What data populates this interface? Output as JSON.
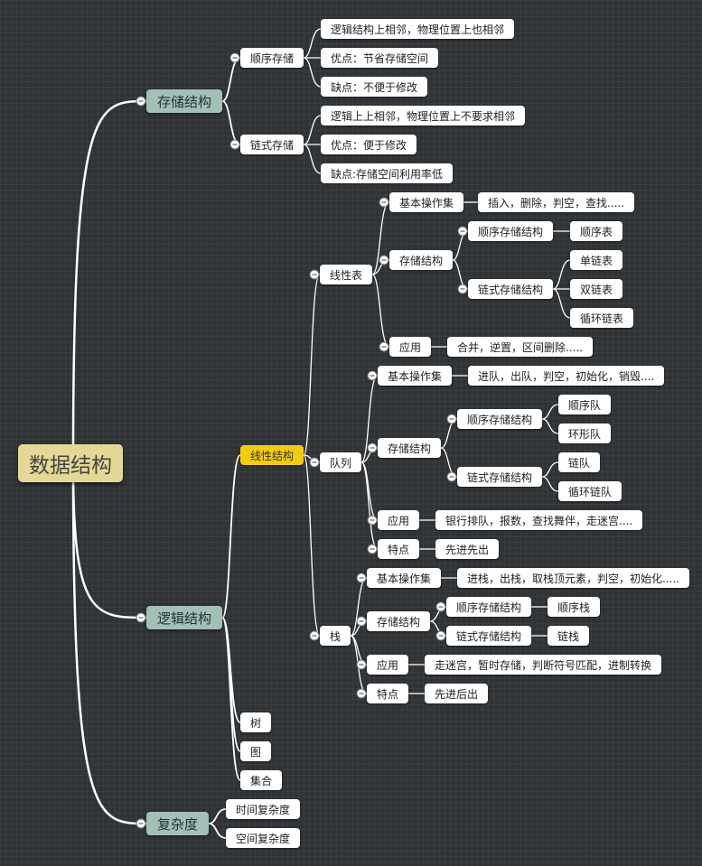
{
  "root": "数据结构",
  "storage": {
    "title": "存储结构",
    "sequential": {
      "title": "顺序存储",
      "items": [
        "逻辑结构上相邻，物理位置上也相邻",
        "优点：节省存储空间",
        "缺点：不便于修改"
      ]
    },
    "linked": {
      "title": "链式存储",
      "items": [
        "逻辑上上相邻，物理位置上不要求相邻",
        "优点：便于修改",
        "缺点:存储空间利用率低"
      ]
    }
  },
  "logical": {
    "title": "逻辑结构",
    "linear": {
      "title": "线性结构",
      "list": {
        "title": "线性表",
        "ops": {
          "title": "基本操作集",
          "value": "插入，删除，判空，查找....."
        },
        "storage": {
          "title": "存储结构",
          "seq": {
            "title": "顺序存储结构",
            "items": [
              "顺序表"
            ]
          },
          "linked": {
            "title": "链式存储结构",
            "items": [
              "单链表",
              "双链表",
              "循环链表"
            ]
          }
        },
        "app": {
          "title": "应用",
          "value": "合并，逆置，区间删除....."
        }
      },
      "queue": {
        "title": "队列",
        "ops": {
          "title": "基本操作集",
          "value": "进队，出队，判空，初始化，销毁...."
        },
        "storage": {
          "title": "存储结构",
          "seq": {
            "title": "顺序存储结构",
            "items": [
              "顺序队",
              "环形队"
            ]
          },
          "linked": {
            "title": "链式存储结构",
            "items": [
              "链队",
              "循环链队"
            ]
          }
        },
        "app": {
          "title": "应用",
          "value": "银行排队，报数，查找舞伴，走迷宫...."
        },
        "feature": {
          "title": "特点",
          "value": "先进先出"
        }
      },
      "stack": {
        "title": "栈",
        "ops": {
          "title": "基本操作集",
          "value": "进栈，出栈，取栈顶元素，判空，初始化....."
        },
        "storage": {
          "title": "存储结构",
          "seq": {
            "title": "顺序存储结构",
            "items": [
              "顺序栈"
            ]
          },
          "linked": {
            "title": "链式存储结构",
            "items": [
              "链栈"
            ]
          }
        },
        "app": {
          "title": "应用",
          "value": "走迷宫，暂时存储，判断符号匹配，进制转换"
        },
        "feature": {
          "title": "特点",
          "value": "先进后出"
        }
      }
    },
    "tree": "树",
    "graph": "图",
    "set": "集合"
  },
  "complexity": {
    "title": "复杂度",
    "items": [
      "时间复杂度",
      "空间复杂度"
    ]
  },
  "colors": {
    "background": "#2f3336",
    "line": "#ffffff",
    "root_fill": "#e4d896",
    "main_fill": "#a3bfb8",
    "highlight_fill": "#f3cc10",
    "leaf_fill": "#ffffff"
  }
}
